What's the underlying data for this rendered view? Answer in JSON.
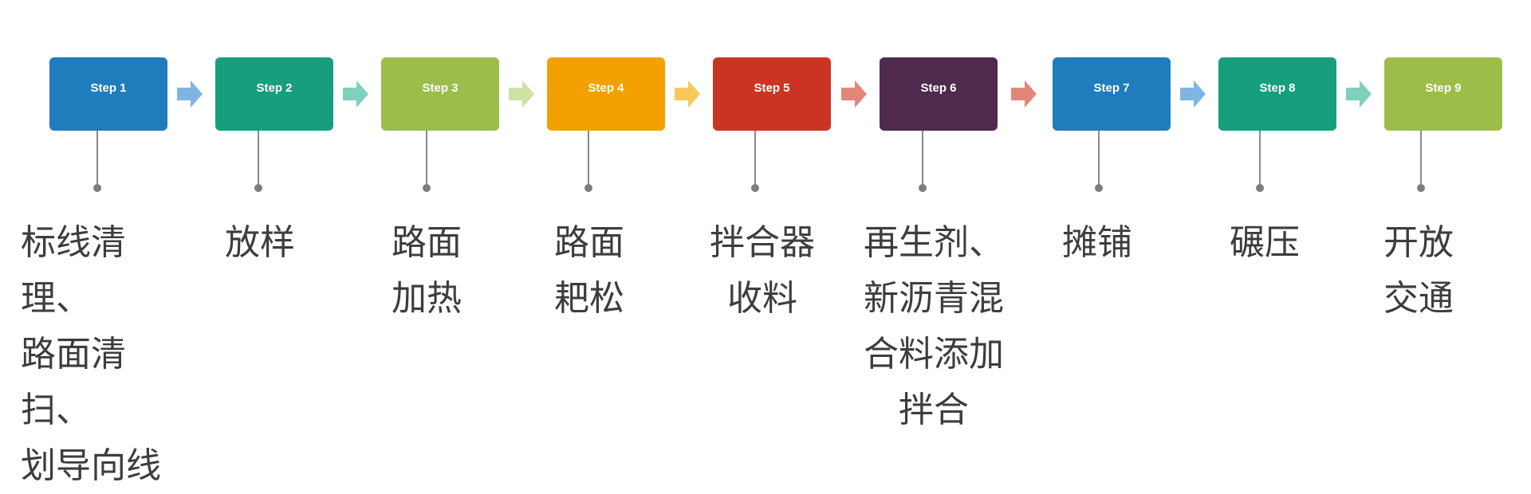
{
  "steps": [
    {
      "label": "Step 1",
      "color": "#1f7dbd",
      "desc": "标线清理、\n路面清扫、\n划导向线"
    },
    {
      "label": "Step 2",
      "color": "#179f7d",
      "desc": "放样"
    },
    {
      "label": "Step 3",
      "color": "#9dbd4b",
      "desc": "路面\n加热"
    },
    {
      "label": "Step 4",
      "color": "#f2a100",
      "desc": "路面\n耙松"
    },
    {
      "label": "Step 5",
      "color": "#c93522",
      "desc": "拌合器\n收料"
    },
    {
      "label": "Step 6",
      "color": "#4e2a4f",
      "desc": "再生剂、\n新沥青混\n合料添加\n拌合"
    },
    {
      "label": "Step 7",
      "color": "#1f7dbd",
      "desc": "摊铺"
    },
    {
      "label": "Step 8",
      "color": "#179f7d",
      "desc": "碾压"
    },
    {
      "label": "Step 9",
      "color": "#9dbd4b",
      "desc": "开放\n交通"
    }
  ],
  "arrows": [
    {
      "color": "#7fb4e3"
    },
    {
      "color": "#7fd0bc"
    },
    {
      "color": "#cde2a3"
    },
    {
      "color": "#f7c95a"
    },
    {
      "color": "#e3867a"
    },
    {
      "color": "#e3867a"
    },
    {
      "color": "#7fb4e3"
    },
    {
      "color": "#7fd0bc"
    }
  ]
}
